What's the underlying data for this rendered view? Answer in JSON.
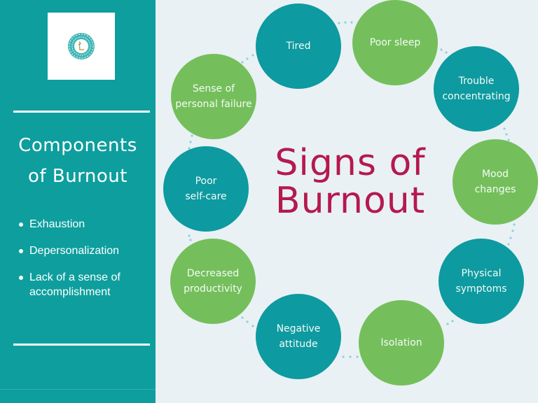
{
  "colors": {
    "sidebar_bg": "#0e9e9e",
    "page_bg": "#e9f1f4",
    "circle_teal": "#0d9aa0",
    "circle_green": "#74bf5b",
    "title": "#b5194e",
    "connector_dots": "#8fd0e0"
  },
  "sidebar": {
    "logo": "ornate-circle-logo-icon",
    "title_line1": "Components",
    "title_line2": "of Burnout",
    "items": [
      {
        "label": "Exhaustion"
      },
      {
        "label": "Depersonalization"
      },
      {
        "label": "Lack of a sense of accomplishment"
      }
    ]
  },
  "main": {
    "title_line1": "Signs of",
    "title_line2": "Burnout",
    "signs": [
      {
        "label": "Tired",
        "color": "teal"
      },
      {
        "label": "Poor sleep",
        "color": "green"
      },
      {
        "label": "Trouble\nconcentrating",
        "color": "teal"
      },
      {
        "label": "Mood\nchanges",
        "color": "green"
      },
      {
        "label": "Physical\nsymptoms",
        "color": "teal"
      },
      {
        "label": "Isolation",
        "color": "green"
      },
      {
        "label": "Negative\nattitude",
        "color": "teal"
      },
      {
        "label": "Decreased\nproductivity",
        "color": "green"
      },
      {
        "label": "Poor\nself-care",
        "color": "teal"
      },
      {
        "label": "Sense of\npersonal failure",
        "color": "green"
      }
    ]
  }
}
